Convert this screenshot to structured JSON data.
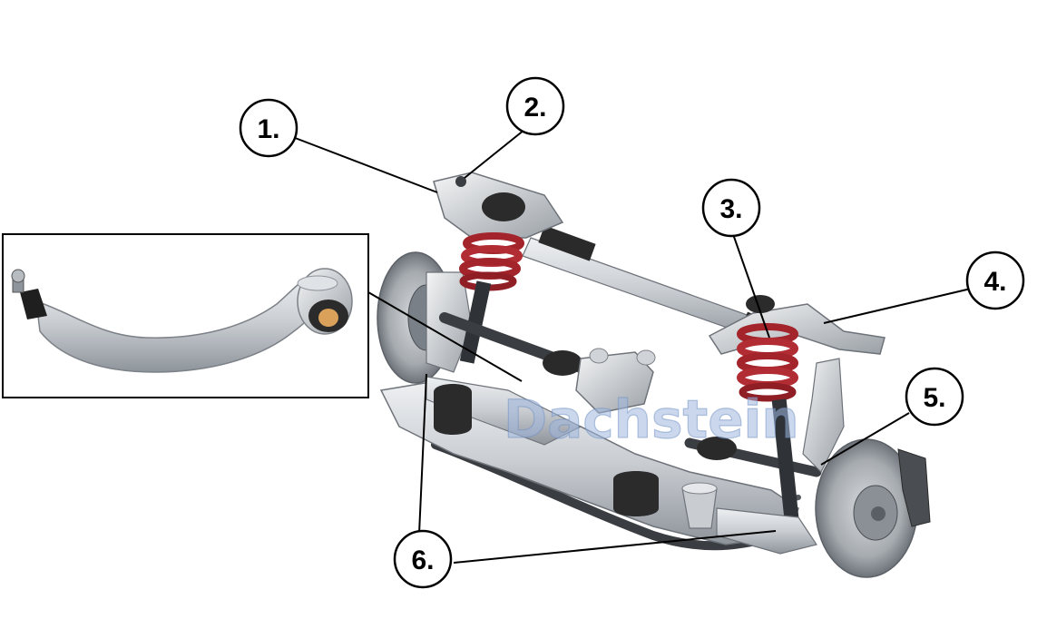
{
  "callouts": [
    {
      "label": "1."
    },
    {
      "label": "2."
    },
    {
      "label": "3."
    },
    {
      "label": "4."
    },
    {
      "label": "5."
    },
    {
      "label": "6."
    }
  ],
  "watermark": "Dachstein",
  "colors": {
    "aluminium": "#c9cdd2",
    "aluminium_dark": "#8e949b",
    "spring": "#a3242b",
    "bushing": "#2b2b2b",
    "brake_disc": "#9aa0a6",
    "outline": "#000000"
  },
  "inset": {
    "part": "control-arm-with-ball-joint-and-bushing"
  }
}
